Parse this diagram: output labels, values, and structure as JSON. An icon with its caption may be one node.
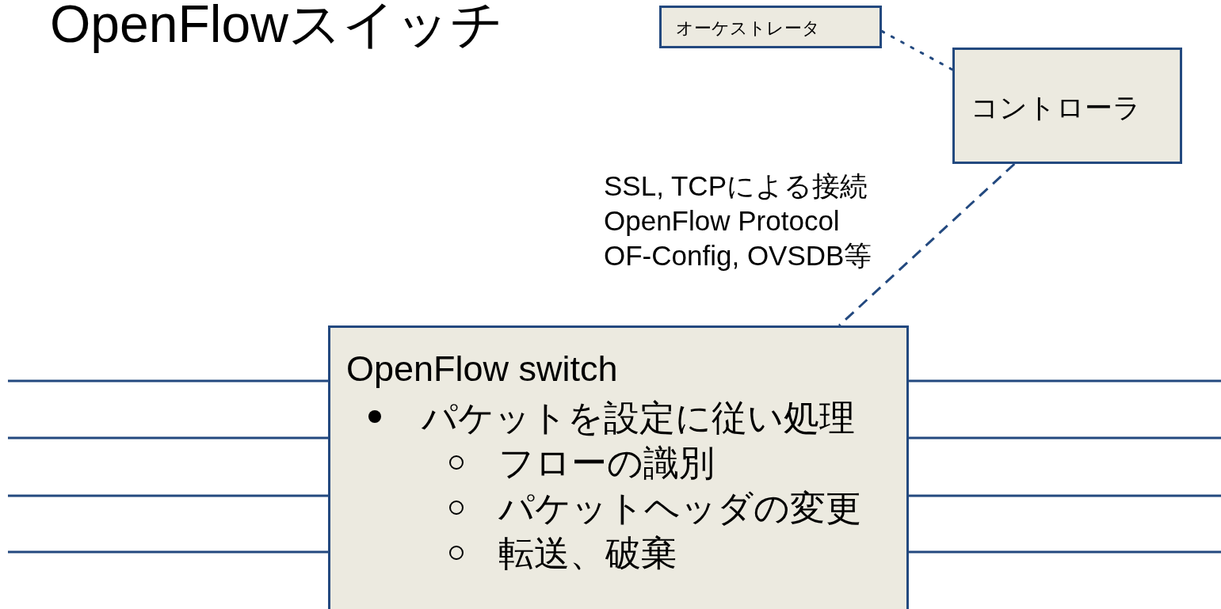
{
  "diagram": {
    "title": "OpenFlowスイッチ",
    "nodes": [
      {
        "text": [
          "オーケストレータ"
        ]
      },
      {
        "text": [
          "コントローラ"
        ]
      },
      {
        "text": [
          "OpenFlow switch",
          "パケットを設定に従い処理",
          "フローの識別",
          "パケットヘッダの変更",
          "転送、破棄"
        ]
      }
    ],
    "edges": [
      {
        "from": 0,
        "to": 1,
        "arrow": "none",
        "style": "dashed"
      },
      {
        "from": 1,
        "to": 2,
        "arrow": "none",
        "style": "dashed"
      },
      {
        "from": null,
        "to": 2,
        "arrow": "none"
      },
      {
        "from": null,
        "to": 2,
        "arrow": "none"
      },
      {
        "from": null,
        "to": 2,
        "arrow": "none"
      },
      {
        "from": null,
        "to": 2,
        "arrow": "none"
      },
      {
        "from": 2,
        "to": null,
        "arrow": "none"
      },
      {
        "from": 2,
        "to": null,
        "arrow": "none"
      },
      {
        "from": 2,
        "to": null,
        "arrow": "none"
      },
      {
        "from": 2,
        "to": null,
        "arrow": "none"
      }
    ],
    "labels": [
      "SSL, TCPによる接続",
      "OpenFlow Protocol",
      "OF-Config, OVSDB等"
    ]
  }
}
